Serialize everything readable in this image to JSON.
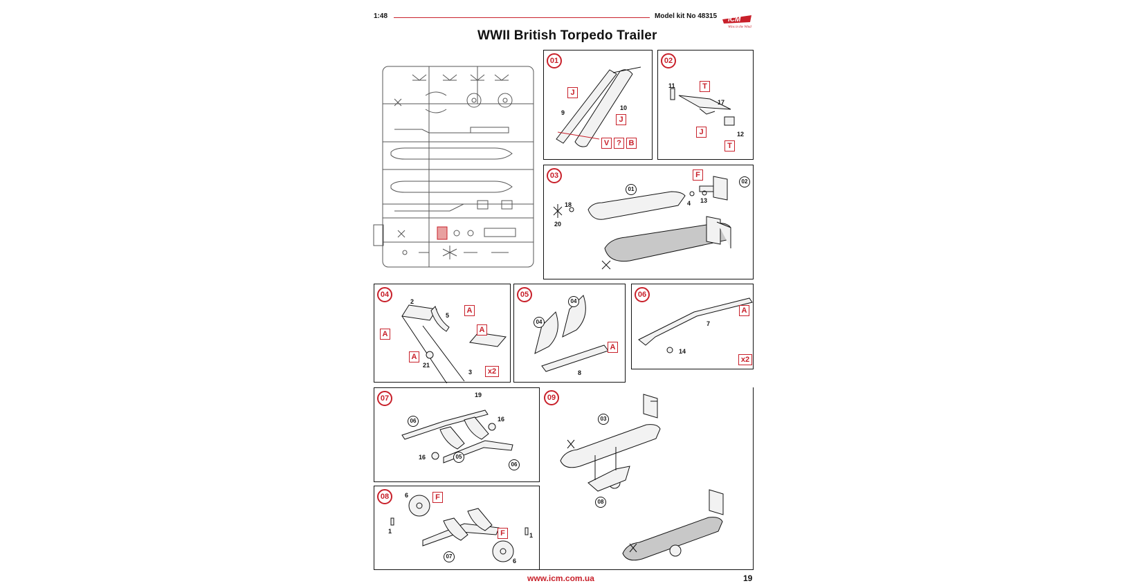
{
  "header": {
    "scale": "1:48",
    "kit_label": "Model kit No 48315",
    "logo_text": "ICM",
    "logo_tagline": "Wins in the Wind"
  },
  "title": "WWII British Torpedo Trailer",
  "footer": {
    "url": "www.icm.com.ua",
    "page": "19"
  },
  "colors": {
    "accent": "#c8202a",
    "line": "#111111",
    "part_fill": "#d6d6d6",
    "highlight": "#e8a0a0"
  },
  "steps": {
    "s01": {
      "num": "01",
      "parts": [
        "9",
        "10"
      ],
      "refs": [
        "J",
        "J",
        "V",
        "?",
        "B"
      ]
    },
    "s02": {
      "num": "02",
      "parts": [
        "11",
        "17",
        "12"
      ],
      "refs": [
        "T",
        "J",
        "T"
      ]
    },
    "s03": {
      "num": "03",
      "parts": [
        "18",
        "20",
        "4",
        "13"
      ],
      "refs": [
        "F"
      ],
      "sub": [
        "01",
        "02"
      ]
    },
    "s04": {
      "num": "04",
      "parts": [
        "2",
        "5",
        "21",
        "3"
      ],
      "refs": [
        "A",
        "A",
        "A",
        "A"
      ],
      "mult": "x2"
    },
    "s05": {
      "num": "05",
      "parts": [
        "8"
      ],
      "refs": [
        "A"
      ],
      "sub": [
        "04",
        "04"
      ]
    },
    "s06": {
      "num": "06",
      "parts": [
        "7",
        "14"
      ],
      "refs": [
        "A"
      ],
      "mult": "x2"
    },
    "s07": {
      "num": "07",
      "parts": [
        "19",
        "16",
        "16"
      ],
      "sub": [
        "06",
        "05",
        "06"
      ]
    },
    "s08": {
      "num": "08",
      "parts": [
        "6",
        "1",
        "1",
        "6"
      ],
      "refs": [
        "F",
        "F"
      ],
      "sub": [
        "07"
      ]
    },
    "s09": {
      "num": "09",
      "sub": [
        "03",
        "08"
      ]
    }
  }
}
